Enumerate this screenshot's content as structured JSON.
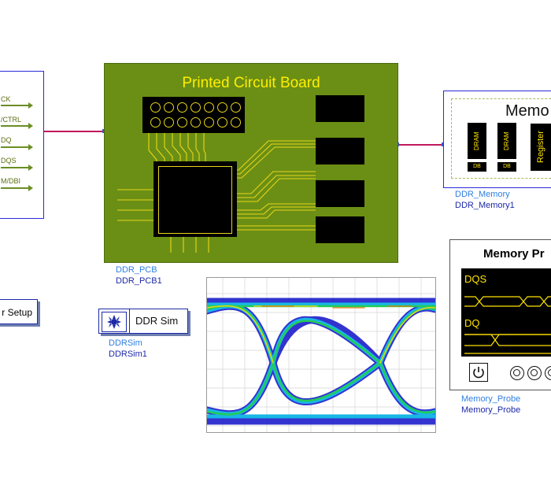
{
  "controller": {
    "signals": [
      "CK",
      "/CTRL",
      "DQ",
      "DQS",
      "M/DBI"
    ],
    "setup_button_label": "r Setup"
  },
  "pcb": {
    "title": "Printed Circuit Board",
    "instance_type": "DDR_PCB",
    "instance_name": "DDR_PCB1",
    "colors": {
      "board": "#6b8f14",
      "trace": "#e7d51a",
      "title": "#ffee00"
    }
  },
  "memory": {
    "title": "Memo",
    "dram_label": "DRAM",
    "db_label": "DB",
    "register_label": "Register",
    "instance_type": "DDR_Memory",
    "instance_name": "DDR_Memory1"
  },
  "simulator": {
    "label": "DDR Sim",
    "icon": "ddr-sim-logo-icon",
    "instance_type": "DDRSim",
    "instance_name": "DDRSim1"
  },
  "eye_diagram": {
    "colors": [
      "#1010c8",
      "#19b6e6",
      "#22cc55",
      "#d8d820",
      "#e07a10"
    ]
  },
  "probe": {
    "title": "Memory Pr",
    "dqs_label": "DQS",
    "dq_label": "DQ",
    "power_icon": "power-icon",
    "instance_type": "Memory_Probe",
    "instance_name": "Memory_Probe"
  }
}
